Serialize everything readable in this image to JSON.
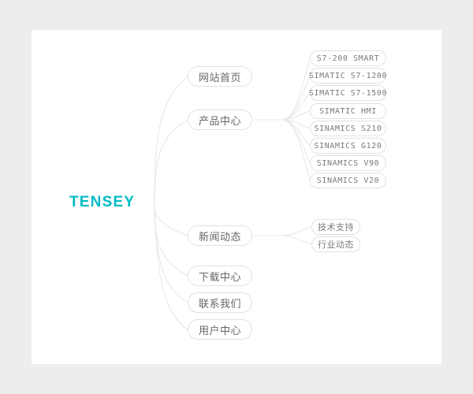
{
  "canvas": {
    "background_color": "#ededed",
    "card_color": "#ffffff"
  },
  "root": {
    "label": "TENSEY",
    "color": "#00bcc4"
  },
  "branches": [
    {
      "id": "home",
      "label": "网站首页",
      "children": []
    },
    {
      "id": "products",
      "label": "产品中心",
      "children": [
        {
          "label": "S7-200 SMART"
        },
        {
          "label": "SIMATIC S7-1200"
        },
        {
          "label": "SIMATIC S7-1500"
        },
        {
          "label": "SIMATIC HMI"
        },
        {
          "label": "SINAMICS S210"
        },
        {
          "label": "SINAMICS G120"
        },
        {
          "label": "SINAMICS V90"
        },
        {
          "label": "SINAMICS V20"
        }
      ]
    },
    {
      "id": "news",
      "label": "新闻动态",
      "children": [
        {
          "label": "技术支持"
        },
        {
          "label": "行业动态"
        }
      ]
    },
    {
      "id": "download",
      "label": "下载中心",
      "children": []
    },
    {
      "id": "contact",
      "label": "联系我们",
      "children": []
    },
    {
      "id": "user",
      "label": "用户中心",
      "children": []
    }
  ]
}
